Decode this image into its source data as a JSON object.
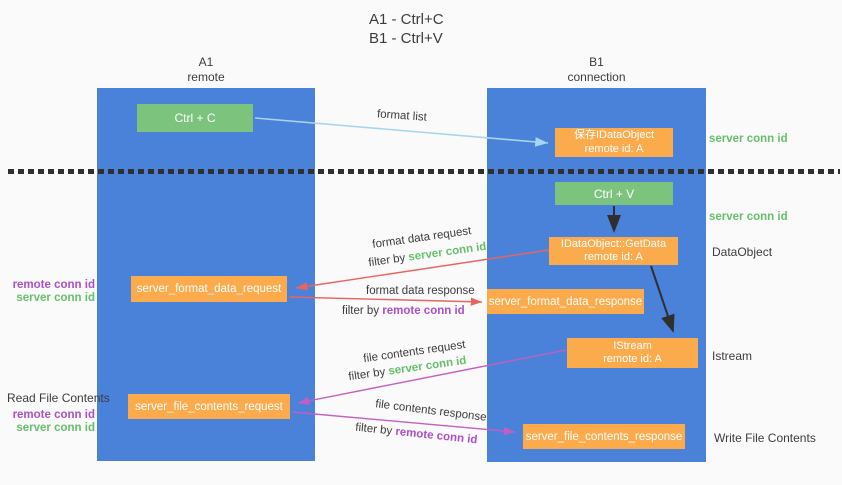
{
  "title": {
    "line1": "A1 - Ctrl+C",
    "line2": "B1 - Ctrl+V"
  },
  "columns": {
    "left": {
      "id": "A1",
      "name": "remote"
    },
    "right": {
      "id": "B1",
      "name": "connection"
    }
  },
  "nodes": {
    "ctrl_c": "Ctrl + C",
    "ctrl_v": "Ctrl + V",
    "save_idataobject": {
      "line1": "保存IDataObject",
      "line2": "remote id: A"
    },
    "getdata": {
      "line1": "IDataObject::GetData",
      "line2": "remote id: A"
    },
    "istream": {
      "line1": "IStream",
      "line2": "remote id: A"
    },
    "format_request": "server_format_data_request",
    "format_response": "server_format_data_response",
    "file_request": "server_file_contents_request",
    "file_response": "server_file_contents_response"
  },
  "labels": {
    "server_conn_id_top": "server conn id",
    "server_conn_id_mid": "server conn id",
    "dataobject": "DataObject",
    "istream": "Istream",
    "read_file_contents": "Read File Contents",
    "write_file_contents": "Write File Contents",
    "left_mid_remote": "remote conn id",
    "left_mid_server": "server conn id",
    "left_bottom_remote": "remote conn id",
    "left_bottom_server": "server conn id"
  },
  "flows": {
    "format_list": "format list",
    "format_data_request": "format data request",
    "format_data_request_filter_prefix": "filter by ",
    "format_data_request_filter_id": "server conn id",
    "format_data_response": "format data response",
    "format_data_response_filter_prefix": "filter by ",
    "format_data_response_filter_id": "remote conn id",
    "file_contents_request": "file contents request",
    "file_contents_request_filter_prefix": "filter by ",
    "file_contents_request_filter_id": "server conn id",
    "file_contents_response": "file contents response",
    "file_contents_response_filter_prefix": "filter by ",
    "file_contents_response_filter_id": "remote conn id"
  },
  "colors": {
    "background": "#fafafa",
    "lane_blue": "#4a82d9",
    "box_green": "#7cc47e",
    "box_orange": "#fbab4c",
    "arrow_blue": "#a6d5f2",
    "arrow_red": "#e8655f",
    "arrow_magenta": "#c45ec0",
    "arrow_black": "#2f2f2f",
    "id_green": "#67bf6b",
    "id_purple": "#ab4fc6"
  }
}
